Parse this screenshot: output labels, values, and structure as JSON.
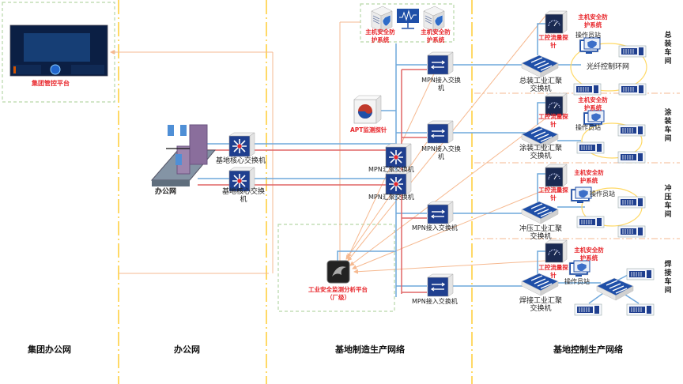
{
  "zones": [
    {
      "id": "group-office",
      "label": "集团办公网"
    },
    {
      "id": "office",
      "label": "办公网"
    },
    {
      "id": "manufacturing",
      "label": "基地制造生产网络"
    },
    {
      "id": "control",
      "label": "基地控制生产网络"
    }
  ],
  "group_platform": {
    "label": "集团管控平台"
  },
  "office_network": {
    "label": "办公网"
  },
  "core_switches": [
    {
      "label": "基地核心交换机"
    },
    {
      "label": "基地核心交换机"
    }
  ],
  "host_security_top": [
    {
      "label": "主机安全防护系统"
    },
    {
      "label": "主机安全防护系统"
    }
  ],
  "apt_probe": {
    "label": "APT监测探针"
  },
  "mpn_aggregation": [
    {
      "label": "MPN汇聚交换机"
    },
    {
      "label": "MPN汇聚交换机"
    }
  ],
  "mpn_access": [
    {
      "label": "MPN接入交换机"
    },
    {
      "label": "MPN接入交换机"
    },
    {
      "label": "MPN接入交换机"
    },
    {
      "label": "MPN接入交换机"
    }
  ],
  "analysis_platform": {
    "label": "工业安全监测分析平台",
    "sublabel": "（厂级）"
  },
  "workshops": [
    {
      "name": "总装车间",
      "switch": "总装工业汇聚交换机",
      "probe": "工控流量探针",
      "host": "主机安全防护系统",
      "station": "操作员站",
      "ring": "光纤控制环网"
    },
    {
      "name": "涂装车间",
      "switch": "涂装工业汇聚交换机",
      "probe": "工控流量探针",
      "host": "主机安全防护系统",
      "station": "操作员站"
    },
    {
      "name": "冲压车间",
      "switch": "冲压工业汇聚交换机",
      "probe": "工控流量探针",
      "host": "主机安全防护系统",
      "station": "操作员站"
    },
    {
      "name": "焊接车间",
      "switch": "焊接工业汇聚交换机",
      "probe": "工控流量探针",
      "host": "主机安全防护系统",
      "station": "操作员站"
    }
  ],
  "colors": {
    "blue_link": "#6fa8dc",
    "red_link": "#e06666",
    "orange_link": "#f9cb9c",
    "zone_divider": "#ffd966",
    "green_box": "#b6d7a8",
    "alert_text": "#e8262b",
    "device_blue": "#1f3f8f"
  }
}
